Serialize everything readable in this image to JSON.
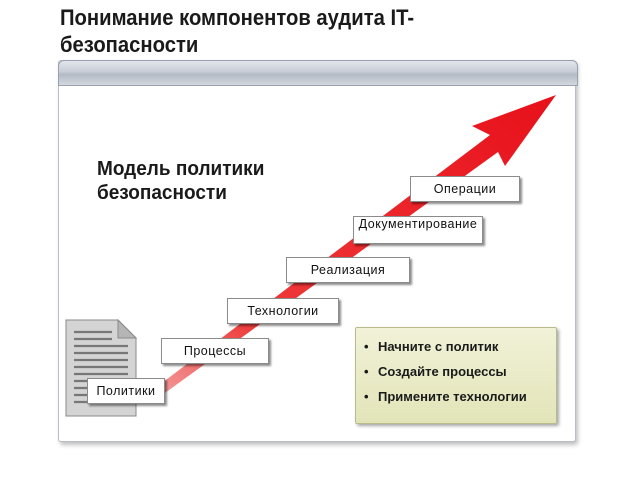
{
  "slide": {
    "title": "Понимание компонентов аудита IT-\nбезопасности",
    "model_title": "Модель политики\nбезопасности"
  },
  "steps": [
    {
      "label": "Политики"
    },
    {
      "label": "Процессы"
    },
    {
      "label": "Технологии"
    },
    {
      "label": "Реализация"
    },
    {
      "label": "Документирование"
    },
    {
      "label": "Операции"
    }
  ],
  "bullets": [
    {
      "text": "Начните с политик"
    },
    {
      "text": "Создайте процессы"
    },
    {
      "text": "Примените технологии"
    }
  ],
  "icons": {
    "document": "document-icon",
    "arrow": "rising-arrow-icon",
    "bullet": "•"
  },
  "colors": {
    "arrow_red": "#e8101a",
    "bullet_box": "#eaebc8",
    "panel_border": "#b9bec6"
  }
}
